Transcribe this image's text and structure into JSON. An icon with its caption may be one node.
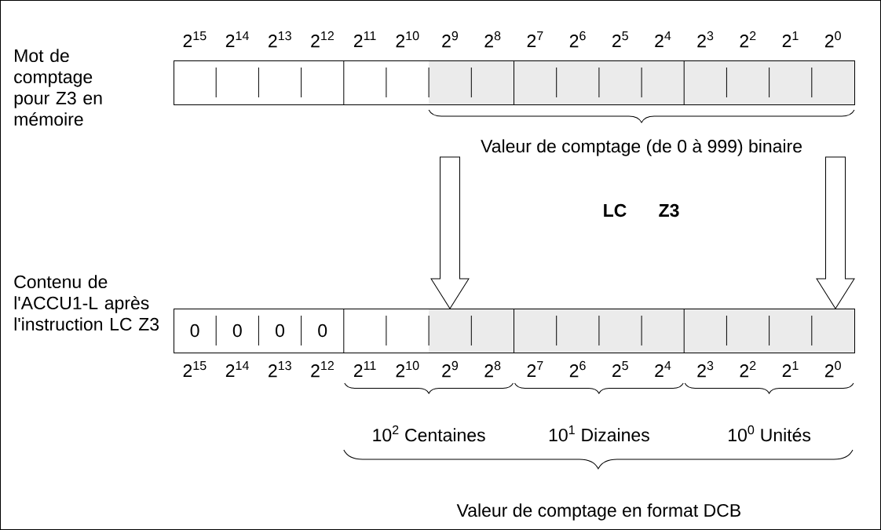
{
  "diagram": {
    "nodes": [
      {
        "text": [],
        "shape": "box"
      },
      {
        "text": [
          "0",
          "0",
          "0",
          "0"
        ]
      }
    ],
    "edges": [
      {
        "from": null,
        "to": 1,
        "arrow": "to"
      },
      {
        "from": null,
        "to": 1,
        "arrow": "to"
      }
    ],
    "labels": [
      "2$^{15}$",
      "2$^{14}$",
      "2$^{13}$",
      "2$^{12}$",
      "2$^{11}$",
      "2$^{10}$",
      "2$^{9}$",
      "2$^{8}$",
      "2$^{7}$",
      "2$^{6}$",
      "2$^{5}$",
      "2$^{4}$",
      "2$^{3}$",
      "2$^{2}$",
      "2$^{1}$",
      "2$^{0}$",
      "Mot de comptage pour Z3 en mémoire",
      "Valeur de comptage (de 0 à 999) binaire",
      "LC",
      "Z3",
      "Contenu de l'ACCU1-L après l'instruction LC Z3",
      "2$^{15}$",
      "2$^{14}$",
      "2$^{13}$",
      "2$^{12}$",
      "2$^{11}$",
      "2$^{10}$",
      "2$^{9}$",
      "2$^{8}$",
      "2$^{7}$",
      "2$^{6}$",
      "2$^{5}$",
      "2$^{4}$",
      "2$^{3}$",
      "2$^{2}$",
      "2$^{1}$",
      "2$^{0}$",
      "10$^{2}$ Centaines",
      "10$^{1}$ Dizaines",
      "10$^{0}$ Unités",
      "Valeur de comptage en format DCB"
    ]
  }
}
